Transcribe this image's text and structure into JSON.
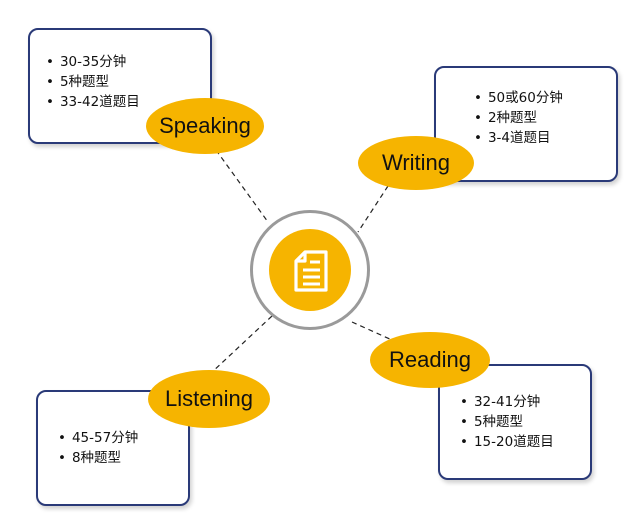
{
  "speaking": {
    "label": "Speaking",
    "items": [
      "30-35分钟",
      "5种题型",
      "33-42道题目"
    ]
  },
  "writing": {
    "label": "Writing",
    "items": [
      "50或60分钟",
      "2种题型",
      "3-4道题目"
    ]
  },
  "reading": {
    "label": "Reading",
    "items": [
      "32-41分钟",
      "5种题型",
      "15-20道题目"
    ]
  },
  "listening": {
    "label": "Listening",
    "items": [
      "45-57分钟",
      "8种题型"
    ]
  },
  "hub": {
    "icon": "document-icon"
  },
  "colors": {
    "accent": "#f6b400",
    "border": "#2a3a78",
    "hub_ring": "#9a9a9a"
  }
}
